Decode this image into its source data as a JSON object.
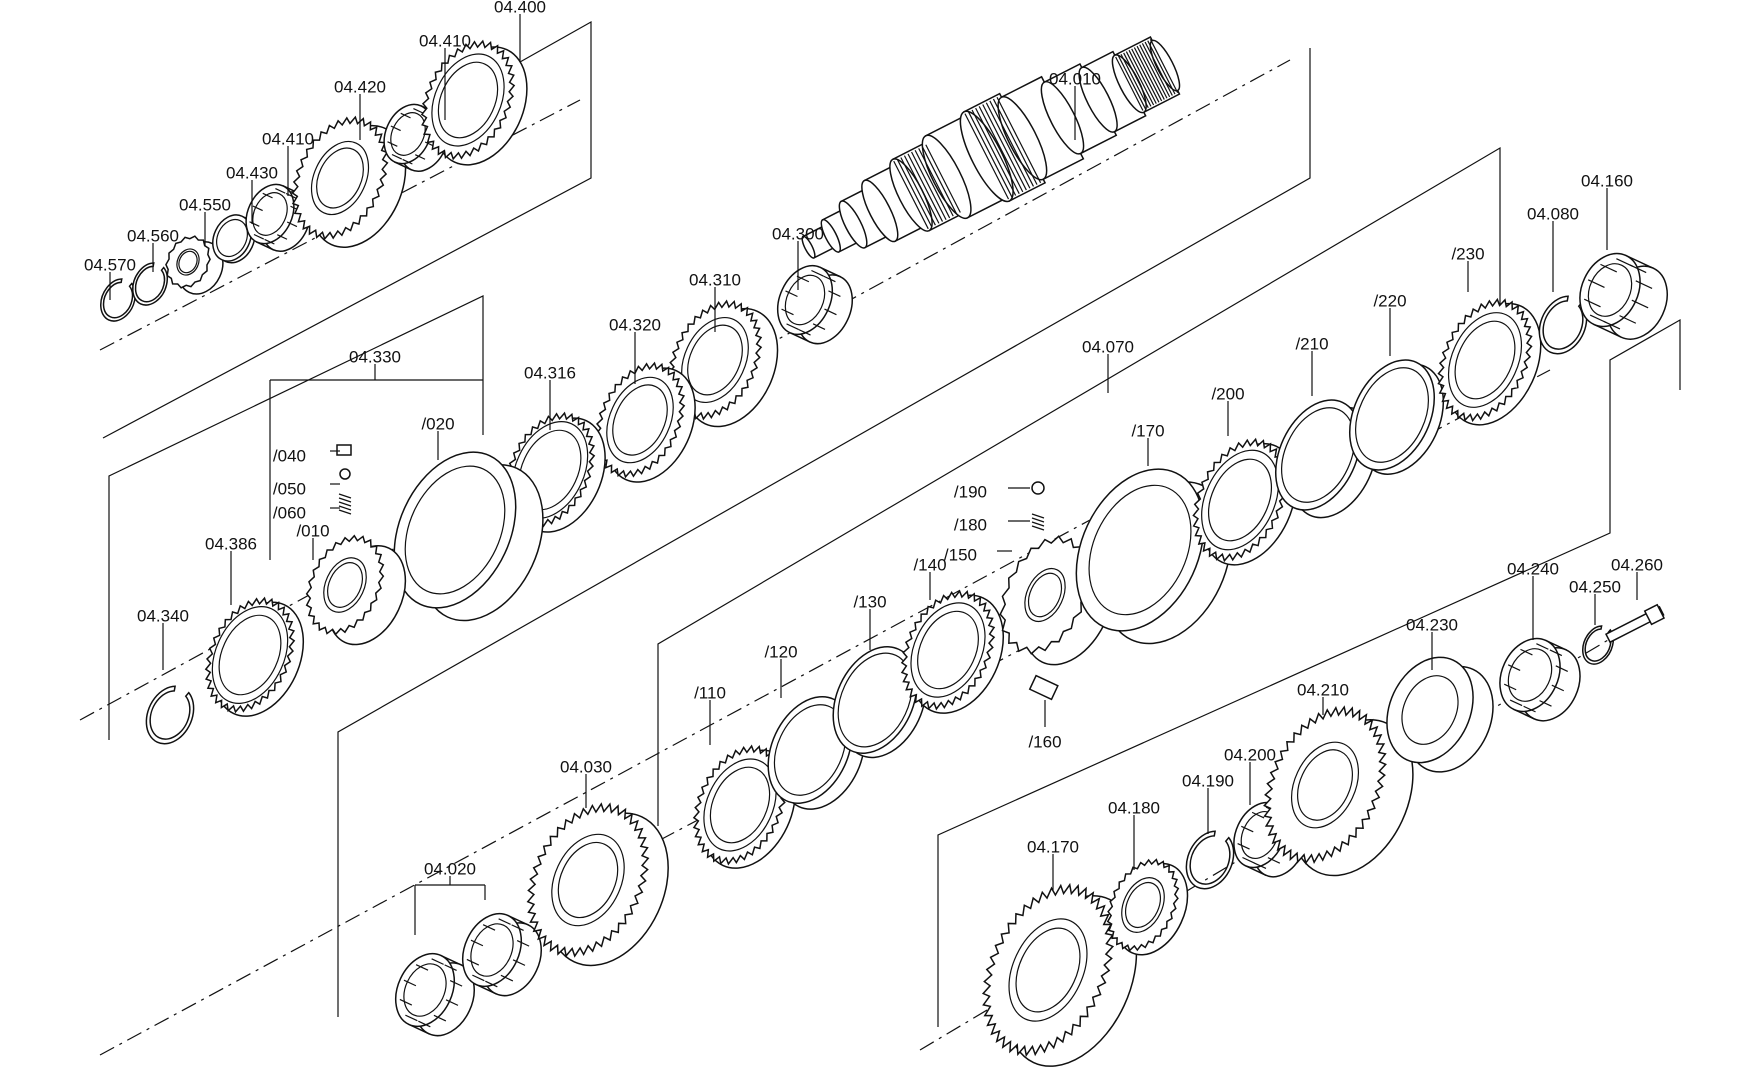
{
  "diagram": {
    "title": "",
    "callouts": [
      {
        "id": "c-04-400",
        "text": "04.400"
      },
      {
        "id": "c-04-410a",
        "text": "04.410"
      },
      {
        "id": "c-04-420",
        "text": "04.420"
      },
      {
        "id": "c-04-410b",
        "text": "04.410"
      },
      {
        "id": "c-04-430",
        "text": "04.430"
      },
      {
        "id": "c-04-550",
        "text": "04.550"
      },
      {
        "id": "c-04-560",
        "text": "04.560"
      },
      {
        "id": "c-04-570",
        "text": "04.570"
      },
      {
        "id": "c-04-010",
        "text": "04.010"
      },
      {
        "id": "c-04-300",
        "text": "04.300"
      },
      {
        "id": "c-04-310",
        "text": "04.310"
      },
      {
        "id": "c-04-320",
        "text": "04.320"
      },
      {
        "id": "c-04-316",
        "text": "04.316"
      },
      {
        "id": "c-04-330",
        "text": "04.330"
      },
      {
        "id": "c-020a",
        "text": "/020"
      },
      {
        "id": "c-040",
        "text": "/040"
      },
      {
        "id": "c-050",
        "text": "/050"
      },
      {
        "id": "c-060",
        "text": "/060"
      },
      {
        "id": "c-010",
        "text": "/010"
      },
      {
        "id": "c-04-386",
        "text": "04.386"
      },
      {
        "id": "c-04-340",
        "text": "04.340"
      },
      {
        "id": "c-04-070",
        "text": "04.070"
      },
      {
        "id": "c-04-160",
        "text": "04.160"
      },
      {
        "id": "c-04-080",
        "text": "04.080"
      },
      {
        "id": "c-230",
        "text": "/230"
      },
      {
        "id": "c-220",
        "text": "/220"
      },
      {
        "id": "c-210",
        "text": "/210"
      },
      {
        "id": "c-200",
        "text": "/200"
      },
      {
        "id": "c-170",
        "text": "/170"
      },
      {
        "id": "c-190",
        "text": "/190"
      },
      {
        "id": "c-180",
        "text": "/180"
      },
      {
        "id": "c-150",
        "text": "/150"
      },
      {
        "id": "c-140",
        "text": "/140"
      },
      {
        "id": "c-130",
        "text": "/130"
      },
      {
        "id": "c-120",
        "text": "/120"
      },
      {
        "id": "c-110",
        "text": "/110"
      },
      {
        "id": "c-160",
        "text": "/160"
      },
      {
        "id": "c-04-030",
        "text": "04.030"
      },
      {
        "id": "c-04-020",
        "text": "04.020"
      },
      {
        "id": "c-04-240",
        "text": "04.240"
      },
      {
        "id": "c-04-260",
        "text": "04.260"
      },
      {
        "id": "c-04-250",
        "text": "04.250"
      },
      {
        "id": "c-04-230",
        "text": "04.230"
      },
      {
        "id": "c-04-210",
        "text": "04.210"
      },
      {
        "id": "c-04-200",
        "text": "04.200"
      },
      {
        "id": "c-04-190",
        "text": "04.190"
      },
      {
        "id": "c-04-180",
        "text": "04.180"
      },
      {
        "id": "c-04-170",
        "text": "04.170"
      }
    ]
  }
}
